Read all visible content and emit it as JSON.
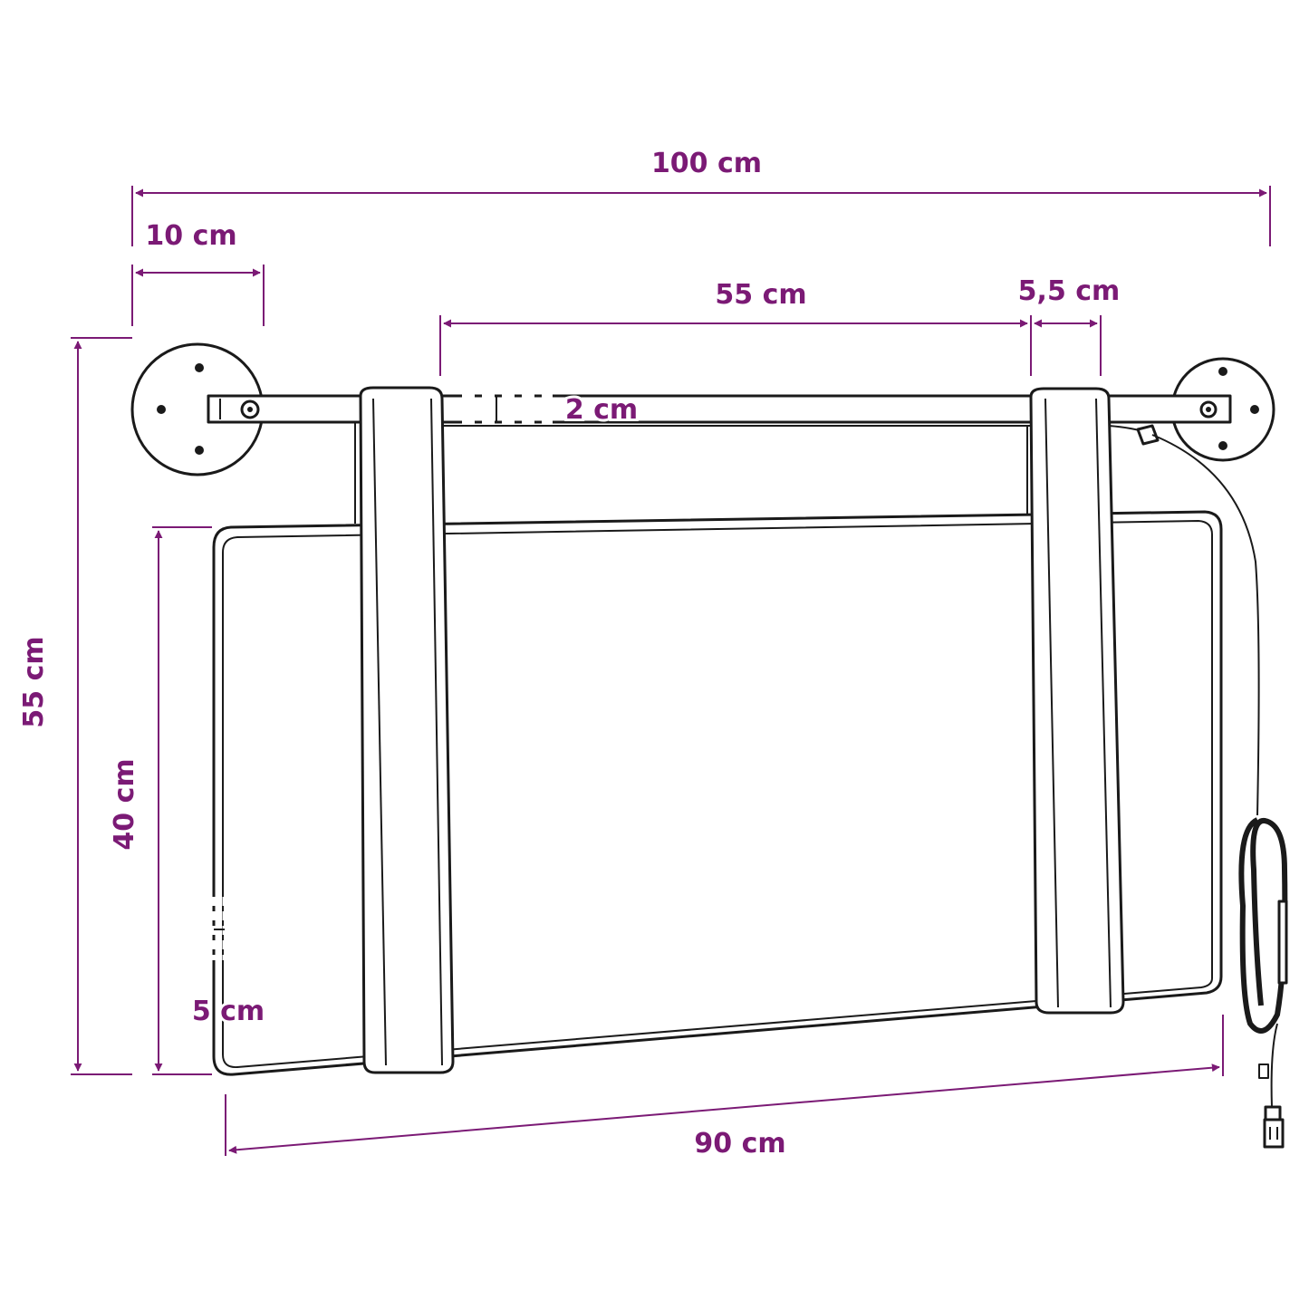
{
  "colors": {
    "dimension": "#7b1a75",
    "line": "#1a1a1a",
    "background": "#ffffff"
  },
  "dimensions": {
    "total_width": "100 cm",
    "bracket_width": "10 cm",
    "strap_spacing": "55 cm",
    "strap_width": "5,5 cm",
    "rod_diameter": "2 cm",
    "total_height": "55 cm",
    "cushion_height": "40 cm",
    "cushion_thickness": "5 cm",
    "cushion_width": "90 cm"
  }
}
